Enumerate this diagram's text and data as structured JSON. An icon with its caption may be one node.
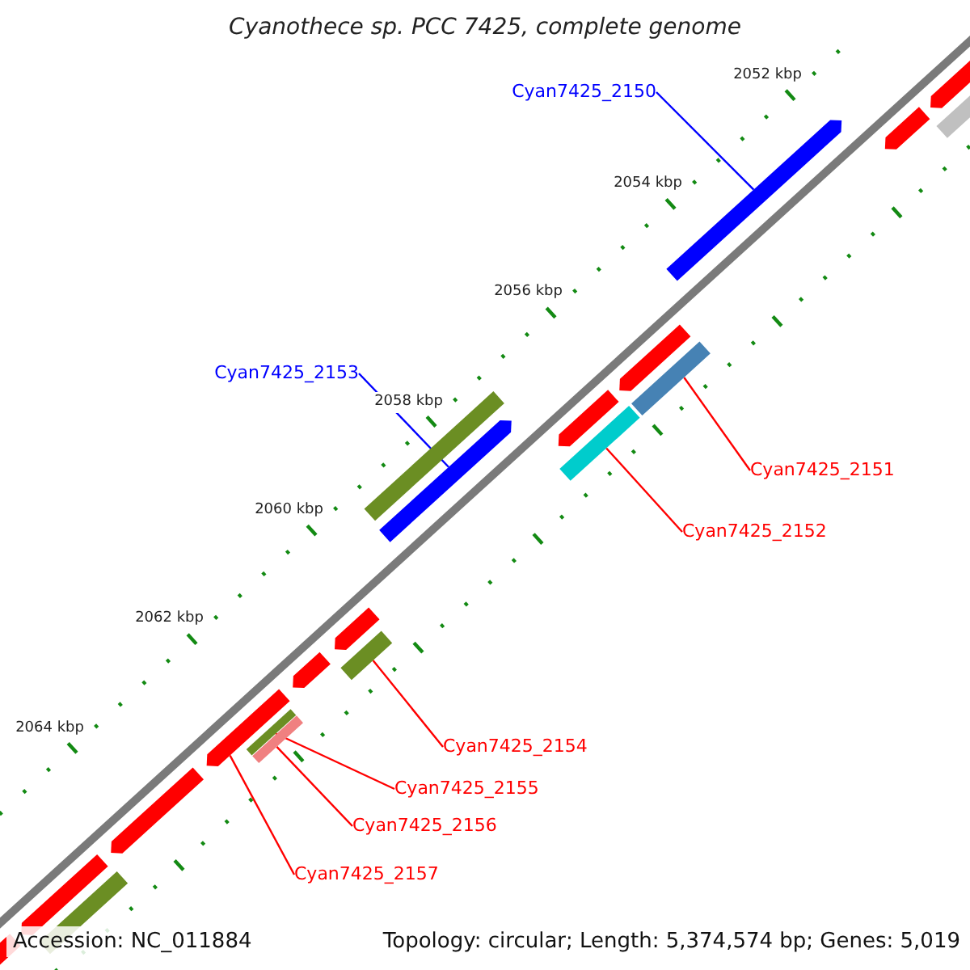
{
  "diagram": {
    "title": "Cyanothece sp. PCC 7425, complete genome",
    "nodes": [
      {
        "text": [
          "Cyan7425_2150"
        ]
      },
      {
        "text": [],
        "shape": "arrow"
      },
      {
        "text": [
          "Cyan7425_2151"
        ]
      },
      {
        "text": [],
        "shape": "bar"
      },
      {
        "text": [
          "Cyan7425_2152"
        ]
      },
      {
        "text": [],
        "shape": "bar"
      },
      {
        "text": [
          "Cyan7425_2153"
        ]
      },
      {
        "text": [],
        "shape": "arrow"
      },
      {
        "text": [
          "Cyan7425_2154"
        ]
      },
      {
        "text": [],
        "shape": "bar"
      },
      {
        "text": [
          "Cyan7425_2155"
        ]
      },
      {
        "text": [],
        "shape": "bar"
      },
      {
        "text": [
          "Cyan7425_2156"
        ]
      },
      {
        "text": [],
        "shape": "bar"
      },
      {
        "text": [
          "Cyan7425_2157"
        ]
      },
      {
        "text": [],
        "shape": "arrow"
      },
      {
        "text": [],
        "shape": "arrow"
      },
      {
        "text": [],
        "shape": "arrow"
      },
      {
        "text": [],
        "shape": "bar"
      },
      {
        "text": [],
        "shape": "bar"
      },
      {
        "text": [],
        "shape": "arrow"
      },
      {
        "text": [],
        "shape": "arrow"
      },
      {
        "text": [],
        "shape": "arrow"
      },
      {
        "text": [],
        "shape": "arrow"
      },
      {
        "text": [],
        "shape": "arrow"
      },
      {
        "text": [],
        "shape": "bar"
      },
      {
        "text": [],
        "shape": "arrow"
      },
      {
        "text": [],
        "shape": "arrow"
      }
    ],
    "edges": [
      {
        "from": 0,
        "to": 1,
        "arrow": "none",
        "color": "#0000ff"
      },
      {
        "from": 2,
        "to": 3,
        "arrow": "none"
      },
      {
        "from": 4,
        "to": 5,
        "arrow": "none"
      },
      {
        "from": 6,
        "to": 7,
        "arrow": "none",
        "color": "#0000ff"
      },
      {
        "from": 8,
        "to": 9,
        "arrow": "none"
      },
      {
        "from": 10,
        "to": 11,
        "arrow": "none"
      },
      {
        "from": 12,
        "to": 13,
        "arrow": "none"
      },
      {
        "from": 14,
        "to": 15,
        "arrow": "none"
      }
    ],
    "labels": [
      "2052 kbp",
      "2054 kbp",
      "2056 kbp",
      "2058 kbp",
      "2060 kbp",
      "2062 kbp",
      "2064 kbp",
      "Accession: NC_011884",
      "Topology: circular; Length: 5,374,574 bp; Genes: 5,019"
    ]
  }
}
